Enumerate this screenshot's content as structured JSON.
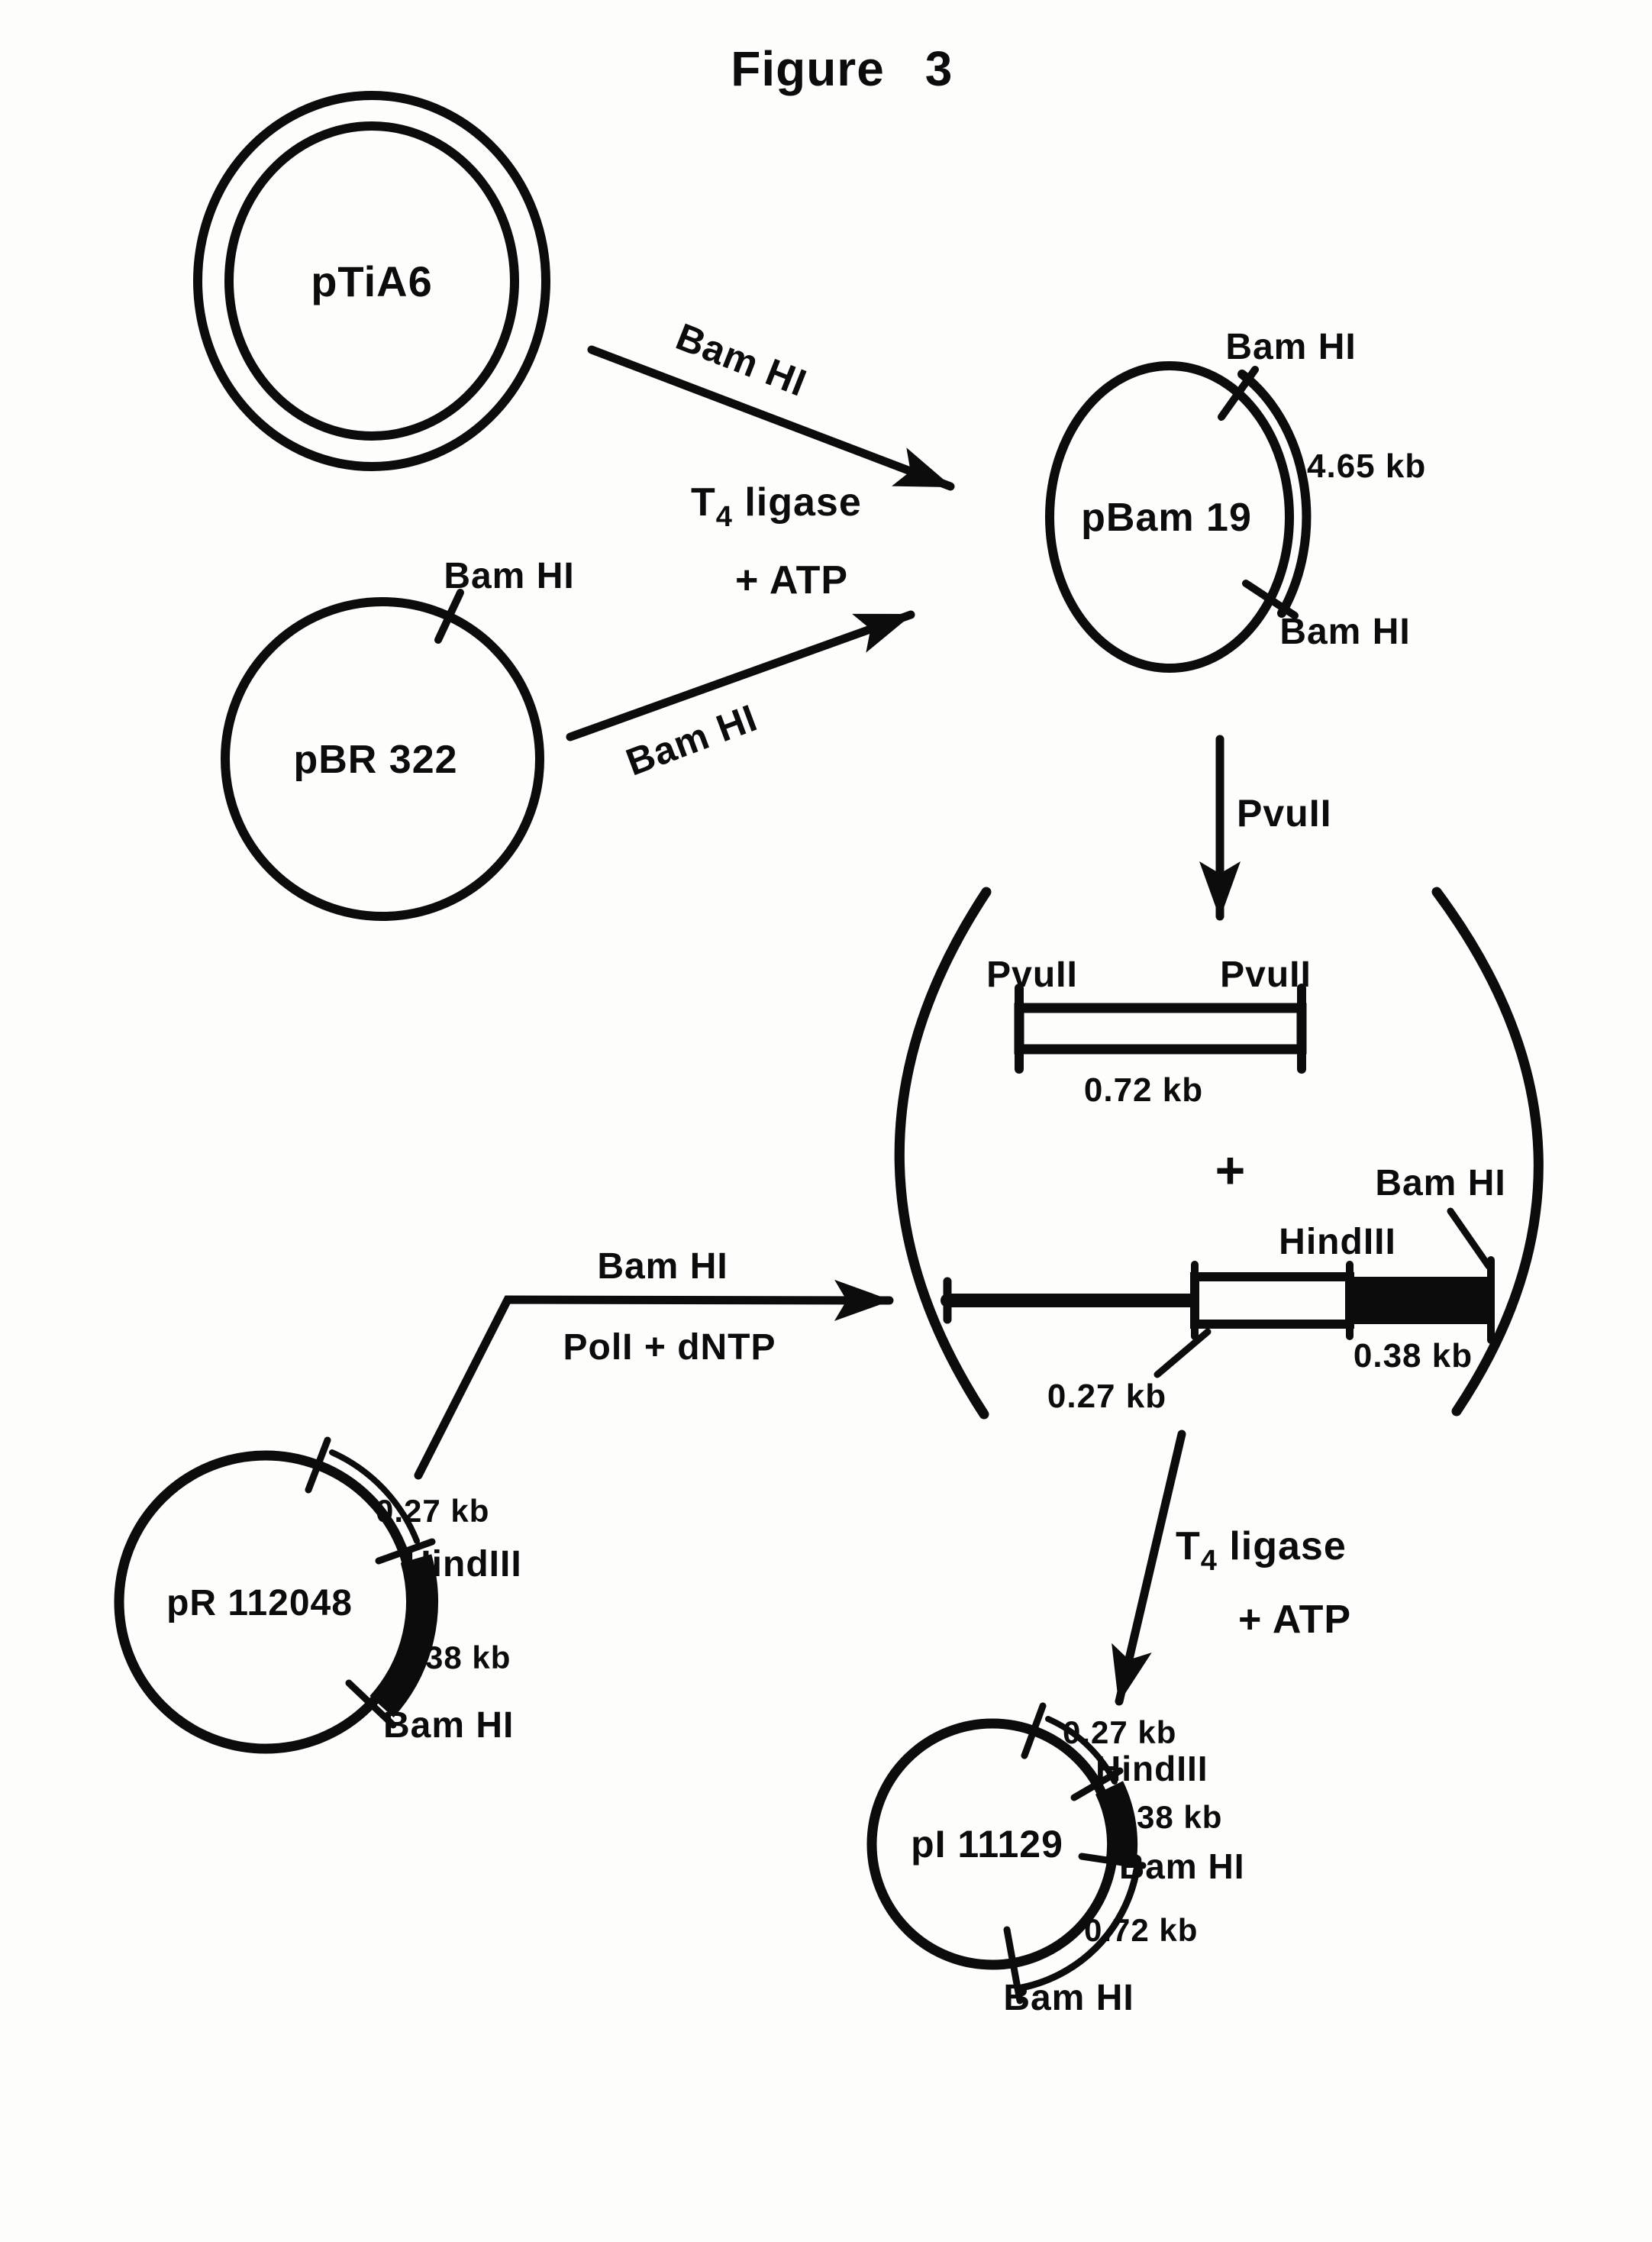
{
  "figure": {
    "title_word": "Figure",
    "title_number": "3"
  },
  "plasmids": {
    "ptia6": {
      "name": "pTiA6"
    },
    "pbr322": {
      "name": "pBR 322",
      "cut_site": "Bam HI"
    },
    "pbam19": {
      "name": "pBam 19",
      "cut_site_top": "Bam HI",
      "cut_site_bottom": "Bam HI",
      "fragment_size": "4.65 kb"
    },
    "pr112048": {
      "name": "pR 112048",
      "size_top": "0.27 kb",
      "site_hindiii": "HindIII",
      "size_mid": "0.38 kb",
      "site_bamhi": "Bam HI"
    },
    "pi11129": {
      "name": "pI 11129",
      "size_top": "0.27 kb",
      "site_hindiii": "HindIII",
      "size_mid": "0.38 kb",
      "site_bamhi_right": "Bam HI",
      "size_bottom": "0.72 kb",
      "site_bamhi_bottom": "Bam HI"
    }
  },
  "reactions": {
    "digest_ptia6": {
      "enzyme": "Bam HI"
    },
    "digest_pbr322": {
      "enzyme": "Bam HI"
    },
    "ligation_top": {
      "enzyme_main": "T",
      "enzyme_sub": "4",
      "enzyme_rest": " ligase",
      "cofactor": "+ ATP"
    },
    "digest_pvuii": {
      "enzyme": "PvuII"
    },
    "digest_fill": {
      "line1": "Bam HI",
      "line2": "PolI + dNTP"
    },
    "ligation_bottom": {
      "enzyme_main": "T",
      "enzyme_sub": "4",
      "enzyme_rest": " ligase",
      "cofactor": "+ ATP"
    }
  },
  "intermediates": {
    "pvuii_fragment": {
      "site_left": "PvuII",
      "site_right": "PvuII",
      "size": "0.72 kb"
    },
    "plus_sign": "+",
    "linear_fragment": {
      "site_bamhi": "Bam HI",
      "site_hindiii": "HindIII",
      "size_black": "0.38 kb",
      "size_open": "0.27 kb"
    }
  }
}
